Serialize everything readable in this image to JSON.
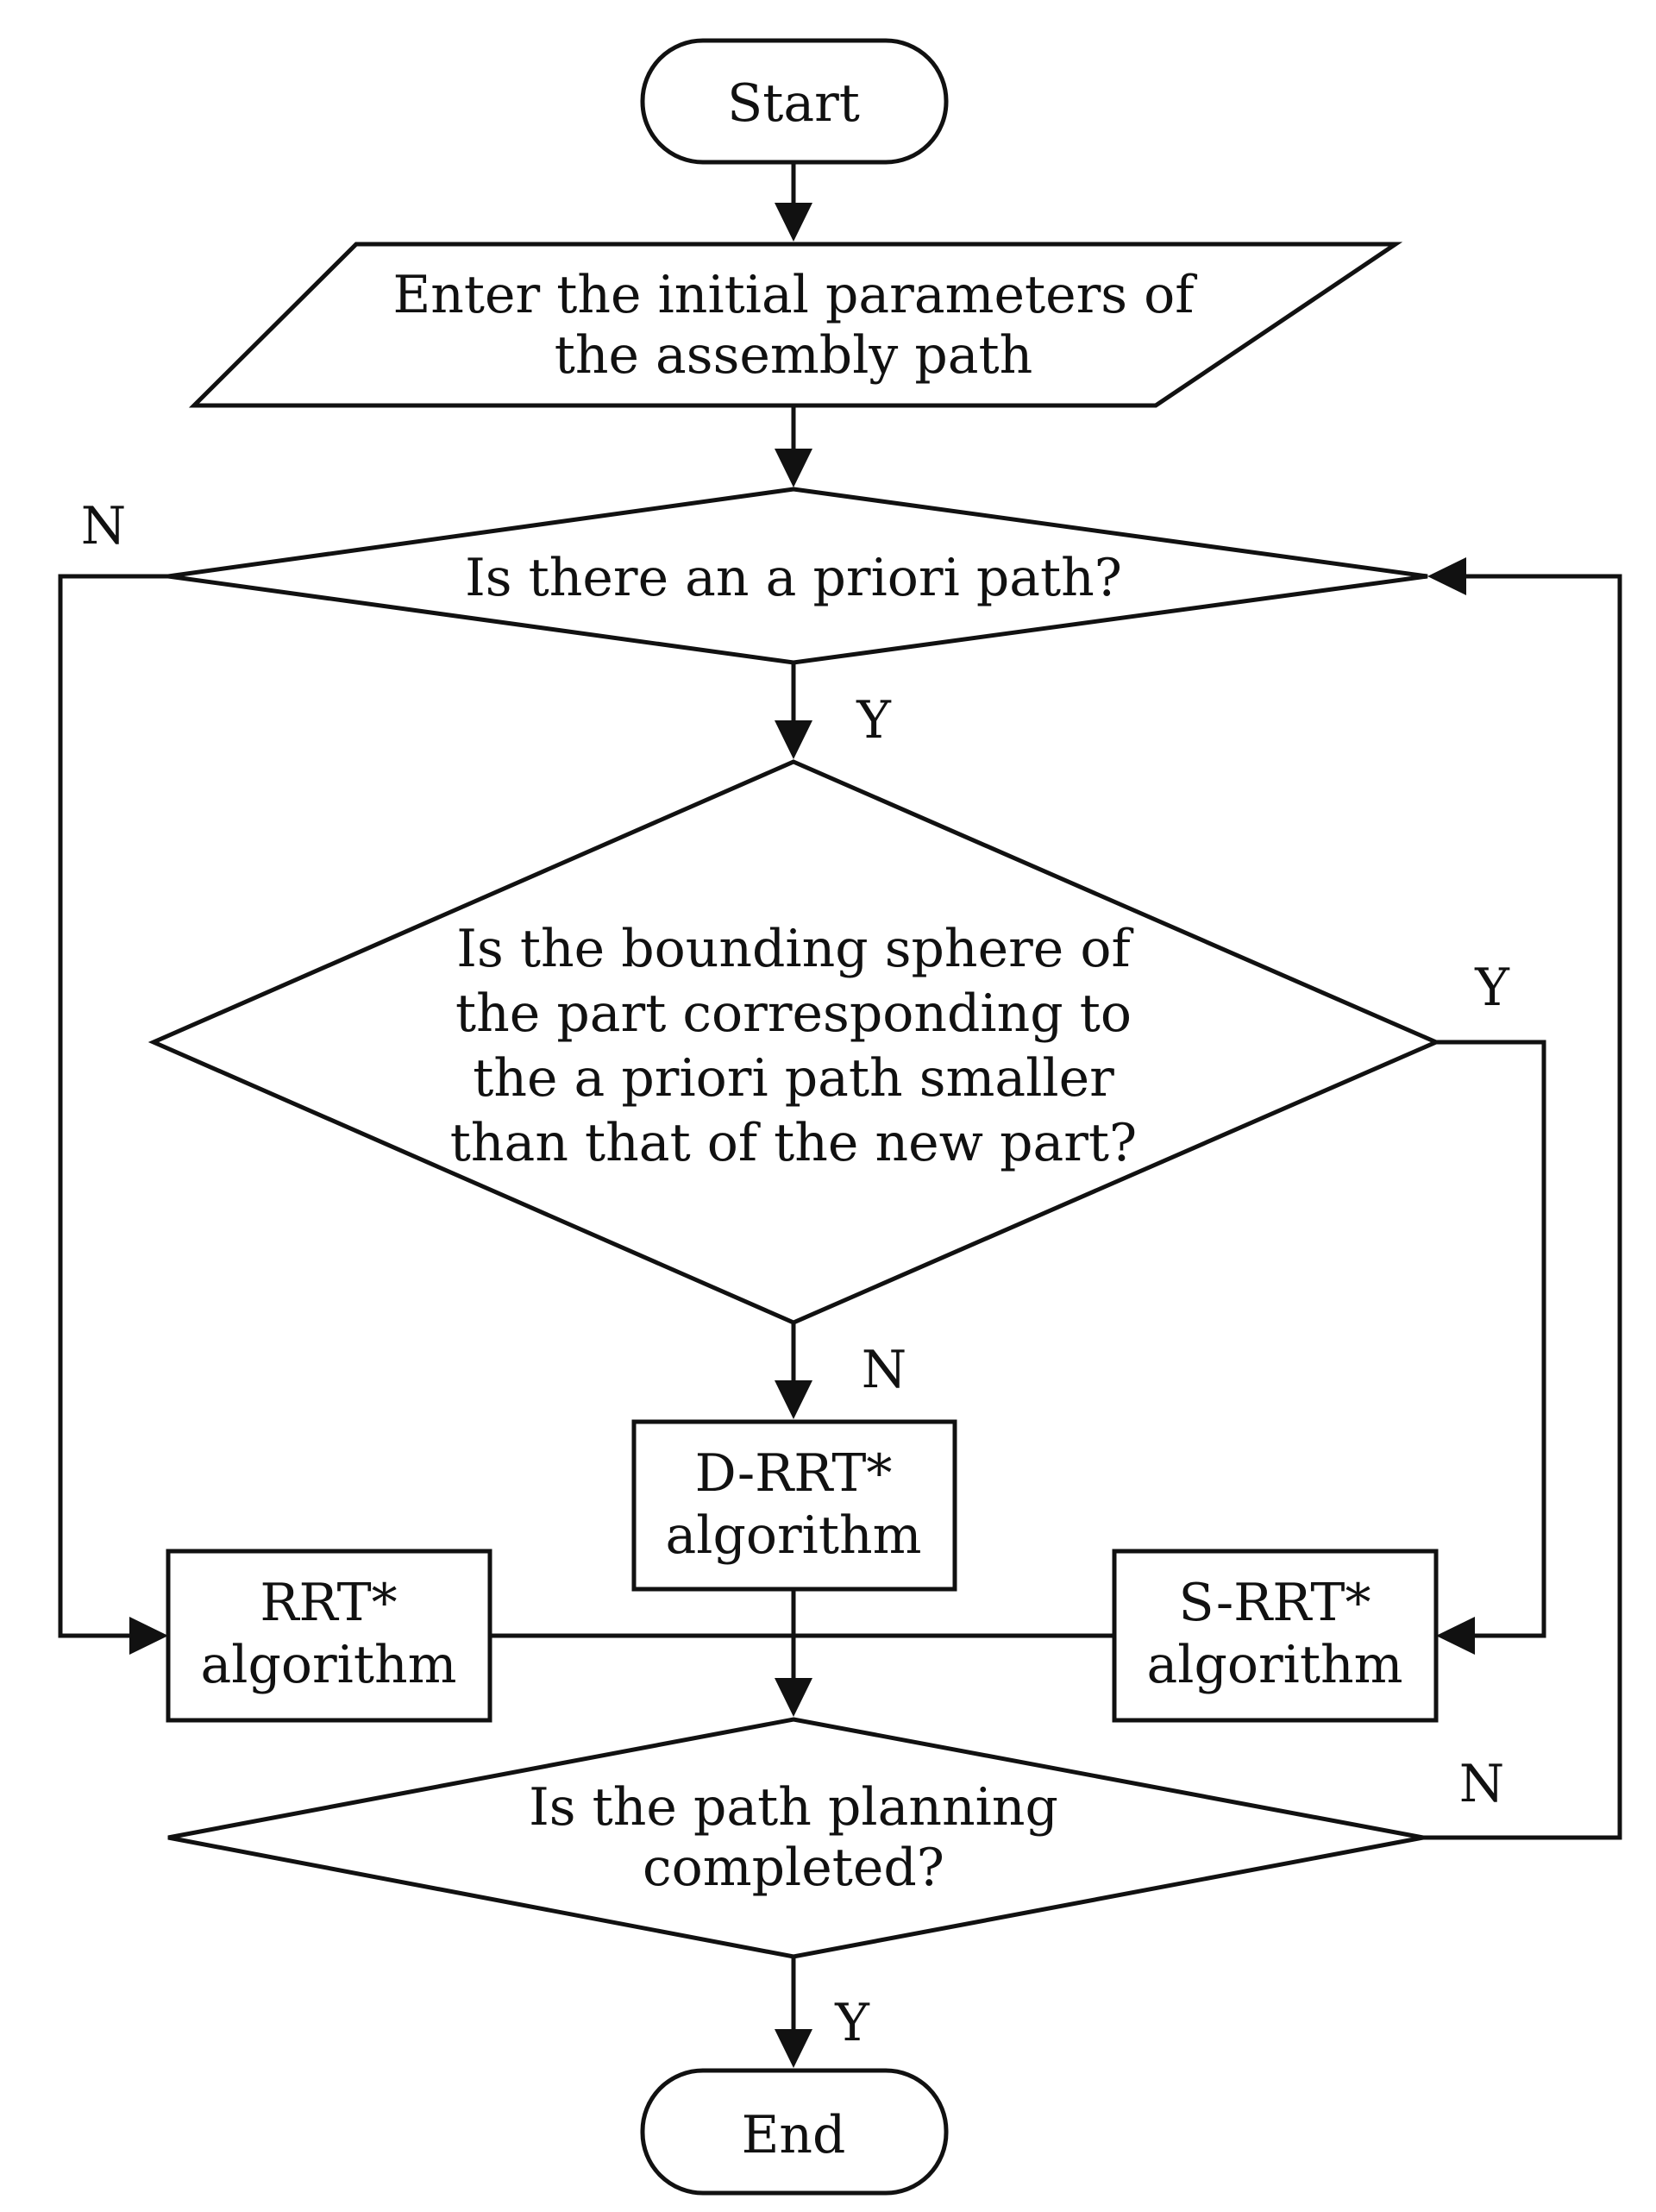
{
  "nodes": {
    "start": {
      "label": "Start"
    },
    "input": {
      "lines": [
        "Enter the initial parameters of",
        "the assembly path"
      ]
    },
    "decision_prior": {
      "lines": [
        "Is there an a priori path?"
      ]
    },
    "decision_sphere": {
      "lines": [
        "Is the bounding sphere of",
        "the part corresponding to",
        "the a priori path smaller",
        "than that of the new part?"
      ]
    },
    "d_rrt": {
      "lines": [
        "D-RRT*",
        "algorithm"
      ]
    },
    "rrt": {
      "lines": [
        "RRT*",
        "algorithm"
      ]
    },
    "s_rrt": {
      "lines": [
        "S-RRT*",
        "algorithm"
      ]
    },
    "decision_done": {
      "lines": [
        "Is the path planning",
        "completed?"
      ]
    },
    "end": {
      "label": "End"
    }
  },
  "edge_labels": {
    "prior_no": "N",
    "prior_yes": "Y",
    "sphere_yes": "Y",
    "sphere_no": "N",
    "done_no": "N",
    "done_yes": "Y"
  },
  "colors": {
    "stroke": "#111111",
    "fill": "#ffffff",
    "text": "#111111"
  }
}
